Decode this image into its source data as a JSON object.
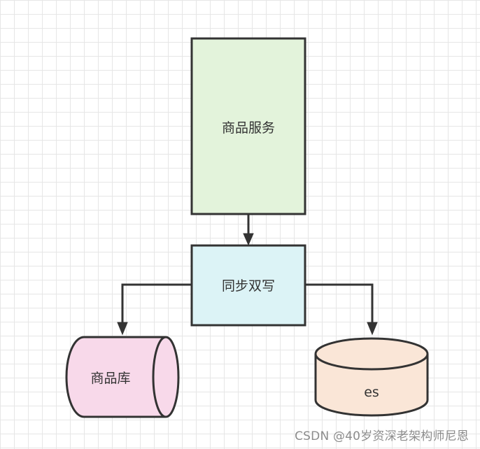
{
  "nodes": {
    "service": {
      "label": "商品服务",
      "fill": "#e3f3db"
    },
    "sync": {
      "label": "同步双写",
      "fill": "#dcf3f6"
    },
    "db": {
      "label": "商品库",
      "fill": "#f8d9ea"
    },
    "es": {
      "label": "es",
      "fill": "#fae6d7"
    }
  },
  "stroke_color": "#333333",
  "watermark": "CSDN @40岁资深老架构师尼恩"
}
